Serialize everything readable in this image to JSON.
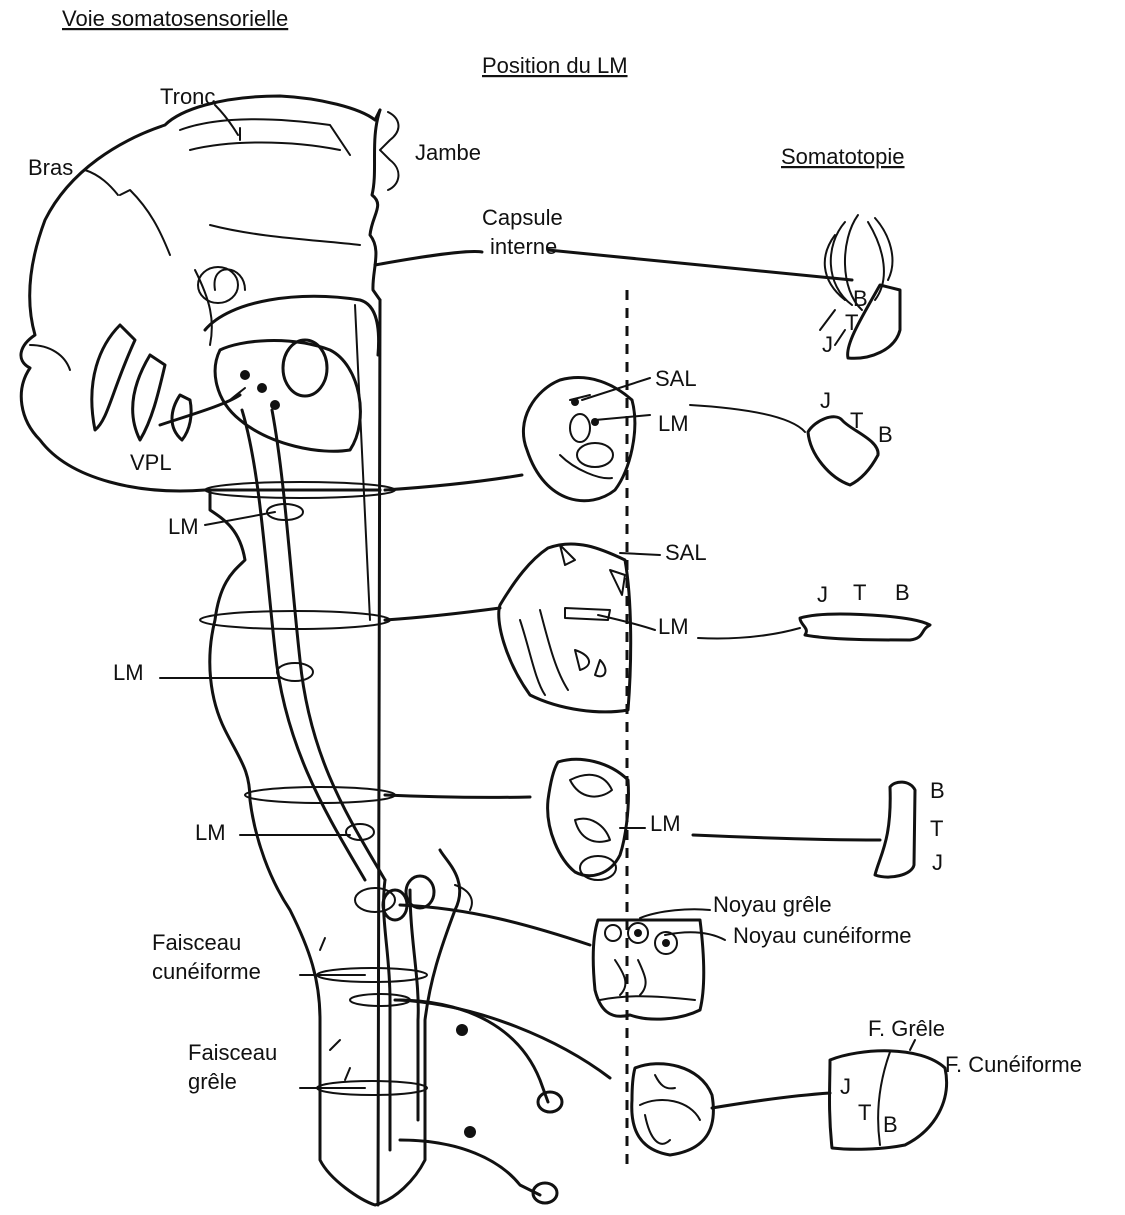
{
  "header": {
    "title": "Voie somatosensorielle",
    "position_heading": "Position du LM",
    "somatotopie_heading": "Somatotopie"
  },
  "labels": {
    "tronc": "Tronc",
    "bras": "Bras",
    "jambe": "Jambe",
    "capsule_line1": "Capsule",
    "capsule_line2": "interne",
    "vpl": "VPL",
    "lm": "LM",
    "sal": "SAL",
    "noyau_grele": "Noyau grêle",
    "noyau_cuneiforme": "Noyau cunéiforme",
    "faisceau_cun_line1": "Faisceau",
    "faisceau_cun_line2": "cunéiforme",
    "faisceau_grele_line1": "Faisceau",
    "faisceau_grele_line2": "grêle",
    "f_grele": "F. Grêle",
    "f_cuneiforme": "F. Cunéiforme"
  },
  "somatotopy": {
    "j": "J",
    "t": "T",
    "b": "B"
  }
}
